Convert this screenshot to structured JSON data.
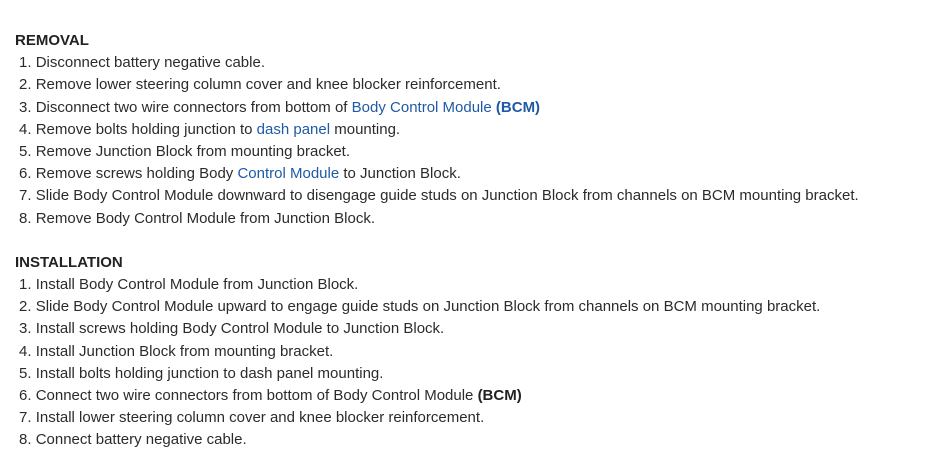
{
  "removal": {
    "title": "REMOVAL",
    "steps": [
      {
        "num": "1.",
        "parts": [
          {
            "t": "Disconnect battery negative cable."
          }
        ]
      },
      {
        "num": "2.",
        "parts": [
          {
            "t": "Remove lower steering column cover and knee blocker reinforcement."
          }
        ]
      },
      {
        "num": "3.",
        "parts": [
          {
            "t": "Disconnect two wire connectors from bottom of "
          },
          {
            "t": "Body Control Module",
            "link": true
          },
          {
            "t": " "
          },
          {
            "t": "(BCM)",
            "bold": true,
            "link": true
          }
        ]
      },
      {
        "num": "4.",
        "parts": [
          {
            "t": "Remove bolts holding junction to "
          },
          {
            "t": "dash panel",
            "link": true
          },
          {
            "t": " mounting."
          }
        ]
      },
      {
        "num": "5.",
        "parts": [
          {
            "t": "Remove Junction Block from mounting bracket."
          }
        ]
      },
      {
        "num": "6.",
        "parts": [
          {
            "t": "Remove screws holding Body "
          },
          {
            "t": "Control Module",
            "link": true
          },
          {
            "t": " to Junction Block."
          }
        ]
      },
      {
        "num": "7.",
        "parts": [
          {
            "t": "Slide Body Control Module downward to disengage guide studs on Junction Block from channels on BCM mounting bracket."
          }
        ]
      },
      {
        "num": "8.",
        "parts": [
          {
            "t": "Remove Body Control Module from Junction Block."
          }
        ]
      }
    ]
  },
  "installation": {
    "title": "INSTALLATION",
    "steps": [
      {
        "num": "1.",
        "parts": [
          {
            "t": "Install Body Control Module from Junction Block."
          }
        ]
      },
      {
        "num": "2.",
        "parts": [
          {
            "t": "Slide Body Control Module upward to engage guide studs on Junction Block from channels on BCM mounting bracket."
          }
        ]
      },
      {
        "num": "3.",
        "parts": [
          {
            "t": "Install screws holding Body Control Module to Junction Block."
          }
        ]
      },
      {
        "num": "4.",
        "parts": [
          {
            "t": "Install Junction Block from mounting bracket."
          }
        ]
      },
      {
        "num": "5.",
        "parts": [
          {
            "t": "Install bolts holding junction to dash panel mounting."
          }
        ]
      },
      {
        "num": "6.",
        "parts": [
          {
            "t": "Connect two wire connectors from bottom of Body Control Module "
          },
          {
            "t": "(BCM)",
            "bold": true
          }
        ]
      },
      {
        "num": "7.",
        "parts": [
          {
            "t": "Install lower steering column cover and knee blocker reinforcement."
          }
        ]
      },
      {
        "num": "8.",
        "parts": [
          {
            "t": "Connect battery negative cable."
          }
        ]
      }
    ]
  },
  "colors": {
    "text": "#2b2b2b",
    "link": "#1f5aa6"
  }
}
